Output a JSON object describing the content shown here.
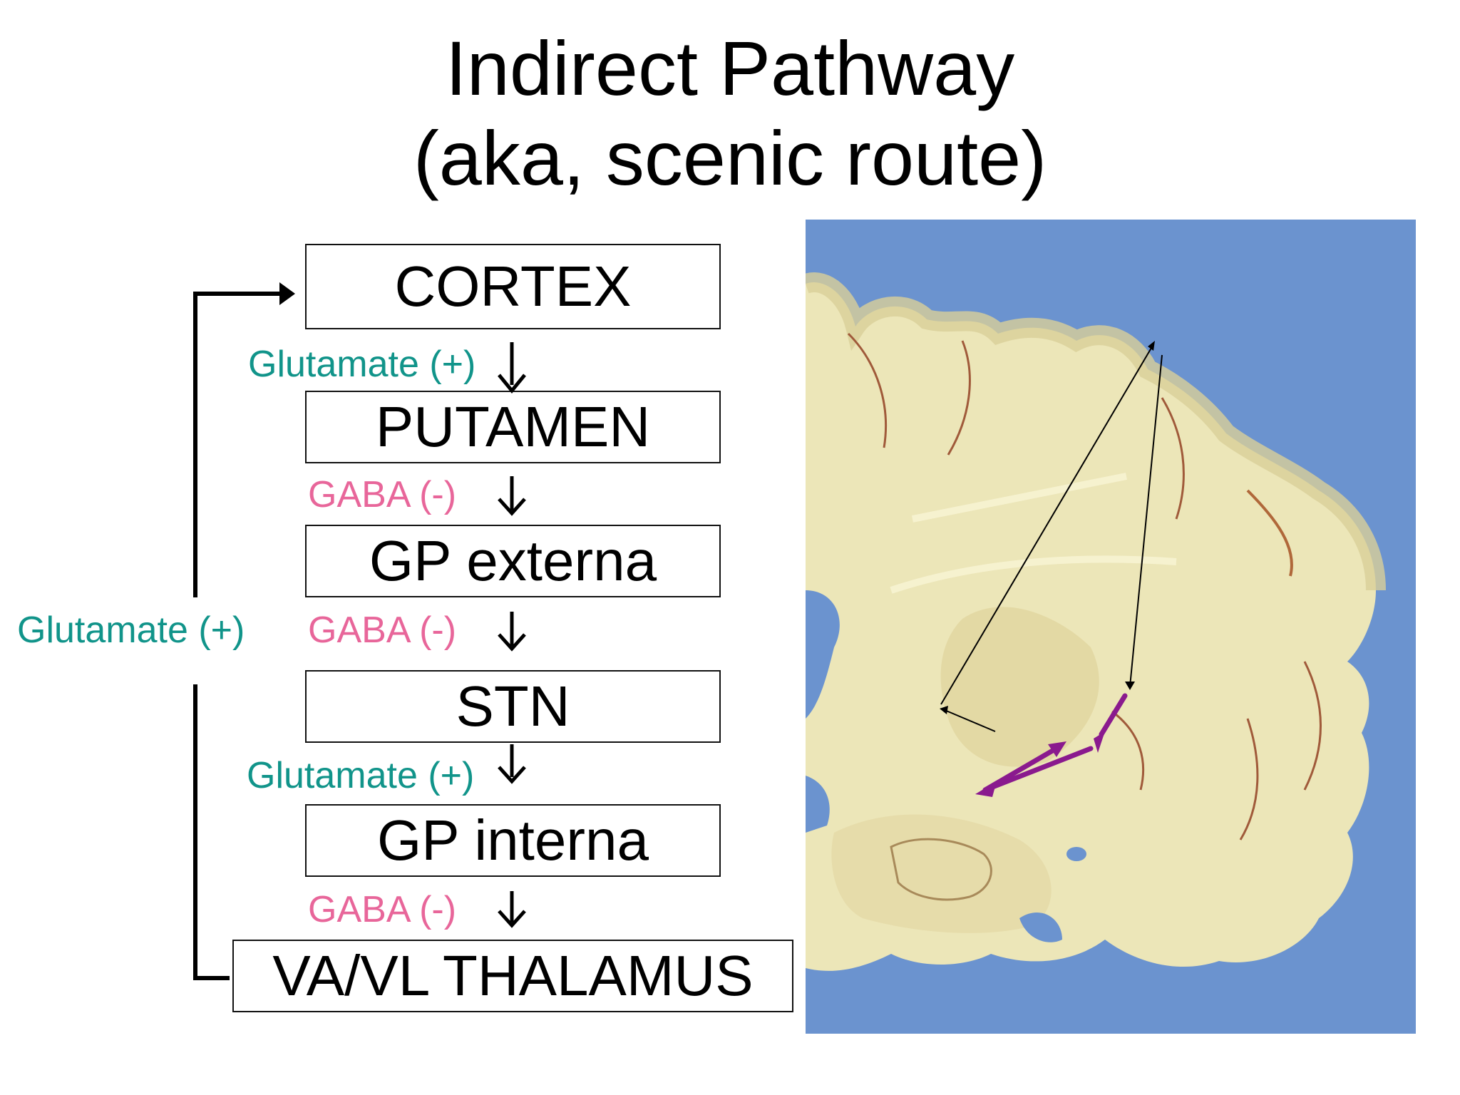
{
  "title": {
    "line1": "Indirect Pathway",
    "line2": "(aka, scenic route)"
  },
  "pathway": {
    "boxes": [
      {
        "id": "cortex",
        "label": "CORTEX"
      },
      {
        "id": "putamen",
        "label": "PUTAMEN"
      },
      {
        "id": "gp_externa",
        "label": "GP externa"
      },
      {
        "id": "stn",
        "label": "STN"
      },
      {
        "id": "gp_interna",
        "label": "GP interna"
      },
      {
        "id": "thalamus",
        "label": "VA/VL THALAMUS"
      }
    ],
    "links": [
      {
        "label": "Glutamate (+)",
        "type": "excitatory"
      },
      {
        "label": "GABA (-)",
        "type": "inhibitory"
      },
      {
        "label": "GABA (-)",
        "type": "inhibitory"
      },
      {
        "label": "Glutamate (+)",
        "type": "excitatory"
      },
      {
        "label": "GABA (-)",
        "type": "inhibitory"
      }
    ],
    "feedback_label": "Glutamate (+)"
  },
  "colors": {
    "excitatory": "#11948a",
    "inhibitory": "#e8669a",
    "photo_background": "#6b93cf",
    "tissue": "#ece6b8",
    "highlight_arrow": "#8a1a8e"
  },
  "photo": {
    "description_icon": "brain-coronal-section"
  }
}
